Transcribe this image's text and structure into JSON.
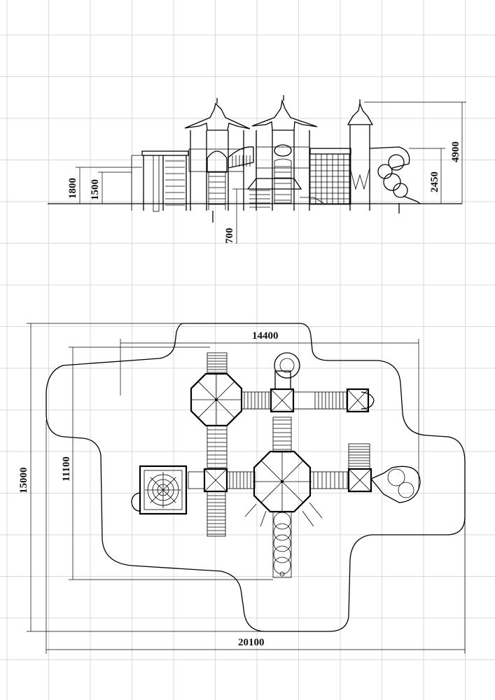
{
  "drawing": {
    "background": "#ffffff",
    "grid_color": "#d9d9d9",
    "line_color": "#000000"
  },
  "elevation": {
    "dims": {
      "d1800": "1800",
      "d1500": "1500",
      "d700": "700",
      "d2450": "2450",
      "d4900": "4900"
    }
  },
  "plan": {
    "dims": {
      "d14400": "14400",
      "d11100": "11100",
      "d15000": "15000",
      "d20100": "20100"
    }
  }
}
